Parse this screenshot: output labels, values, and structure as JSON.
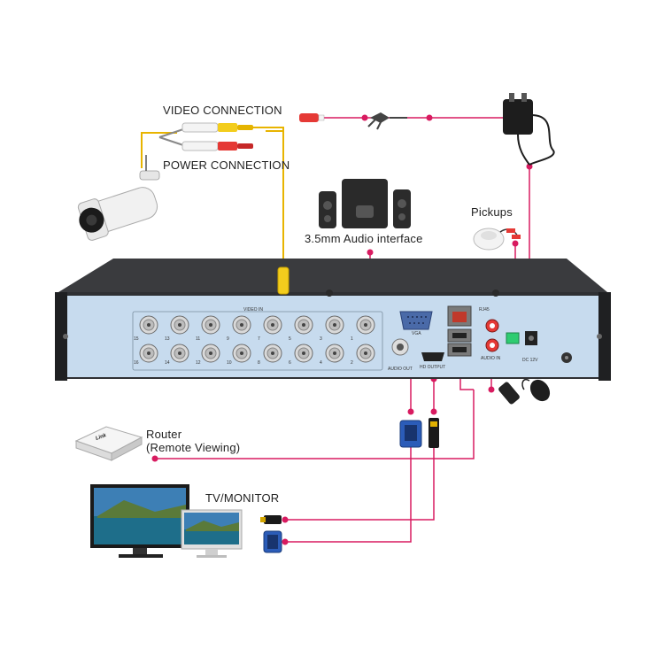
{
  "labels": {
    "video_connection": "VIDEO CONNECTION",
    "power_connection": "POWER CONNECTION",
    "audio_interface": "3.5mm Audio interface",
    "pickups": "Pickups",
    "router": "Router",
    "router_sub": "(Remote Viewing)",
    "tv_monitor": "TV/MONITOR",
    "router_brand": "Link"
  },
  "dvr_panel": {
    "video_in": "VIDEO IN",
    "vga": "VGA",
    "audio_out": "AUDIO OUT",
    "hd_output": "HD OUTPUT",
    "rj45": "RJ45",
    "audio_in": "AUDIO IN",
    "dc": "DC 12V",
    "channels_top": [
      "15",
      "13",
      "11",
      "9",
      "7",
      "5",
      "3",
      "1"
    ],
    "channels_bottom": [
      "16",
      "14",
      "12",
      "10",
      "8",
      "6",
      "4",
      "2"
    ]
  },
  "colors": {
    "line_pink": "#d81b60",
    "line_yellow": "#e8b400",
    "panel_blue": "#c7dbee",
    "dvr_body": "#2f3033"
  }
}
